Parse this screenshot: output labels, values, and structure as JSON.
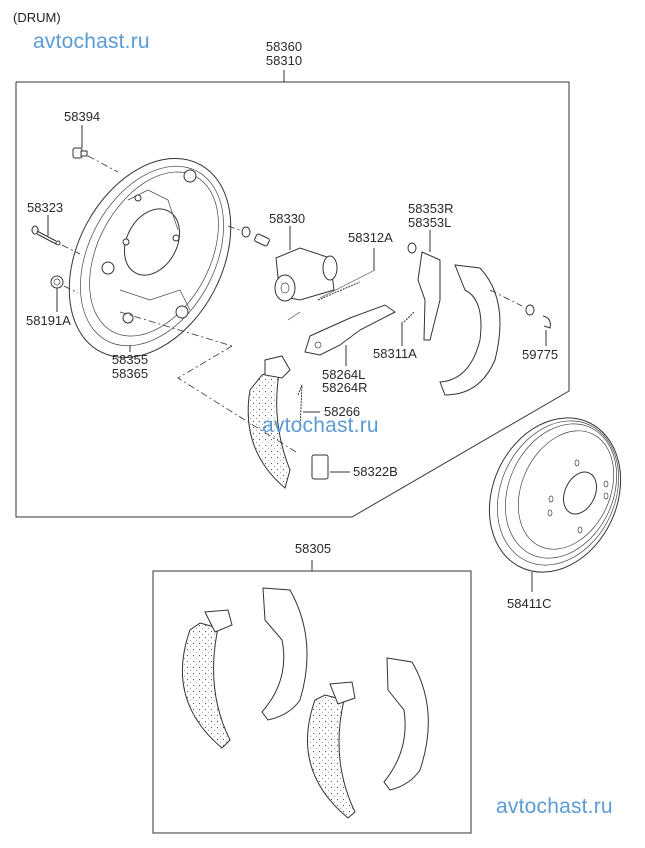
{
  "header": {
    "title": "(DRUM)"
  },
  "watermarks": [
    "avtochast.ru",
    "avtochast.ru",
    "avtochast.ru"
  ],
  "watermark_color": "#5b9bd5",
  "assemblies": {
    "main_group": {
      "labels": [
        "58360",
        "58310"
      ]
    },
    "shoe_kit": {
      "label": "58305"
    }
  },
  "parts": {
    "bolt": "58394",
    "pin": "58323",
    "nut": "58191A",
    "backing_plate": [
      "58355",
      "58365"
    ],
    "wheel_cylinder": "58330",
    "spring_upper": "58312A",
    "lever_adjuster": [
      "58353R",
      "58353L"
    ],
    "adjuster_spring": "58311A",
    "adjuster_lever": [
      "58264L",
      "58264R"
    ],
    "retainer_clip": "59775",
    "hold_spring": "58266",
    "clip": "58322B",
    "drum": "58411C"
  }
}
